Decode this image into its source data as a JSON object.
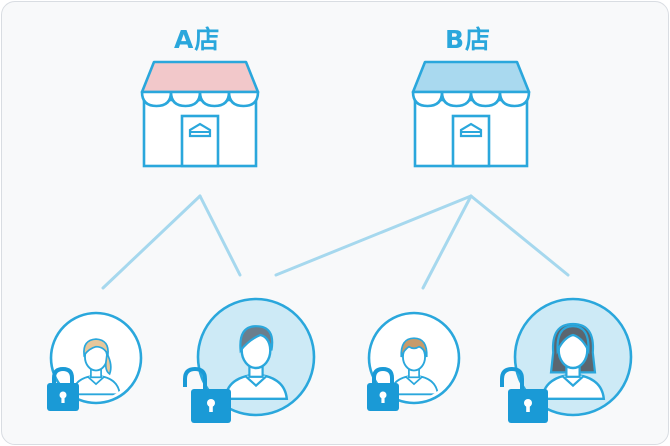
{
  "stores": [
    {
      "name": "A店",
      "awning_color": "#f2c8ca"
    },
    {
      "name": "B店",
      "awning_color": "#a9d9ef"
    }
  ],
  "staff": [
    {
      "hair": "light-brown-ponytail",
      "lock": "locked",
      "size": "small"
    },
    {
      "hair": "dark-short",
      "lock": "unlocked",
      "size": "large"
    },
    {
      "hair": "brown-short",
      "lock": "locked",
      "size": "small"
    },
    {
      "hair": "dark-long",
      "lock": "unlocked",
      "size": "large"
    }
  ],
  "colors": {
    "accent": "#2aa7dc",
    "line": "#a6d8ee",
    "circle_fill": "#cdeaf6",
    "lock": "#1a9ad6"
  }
}
